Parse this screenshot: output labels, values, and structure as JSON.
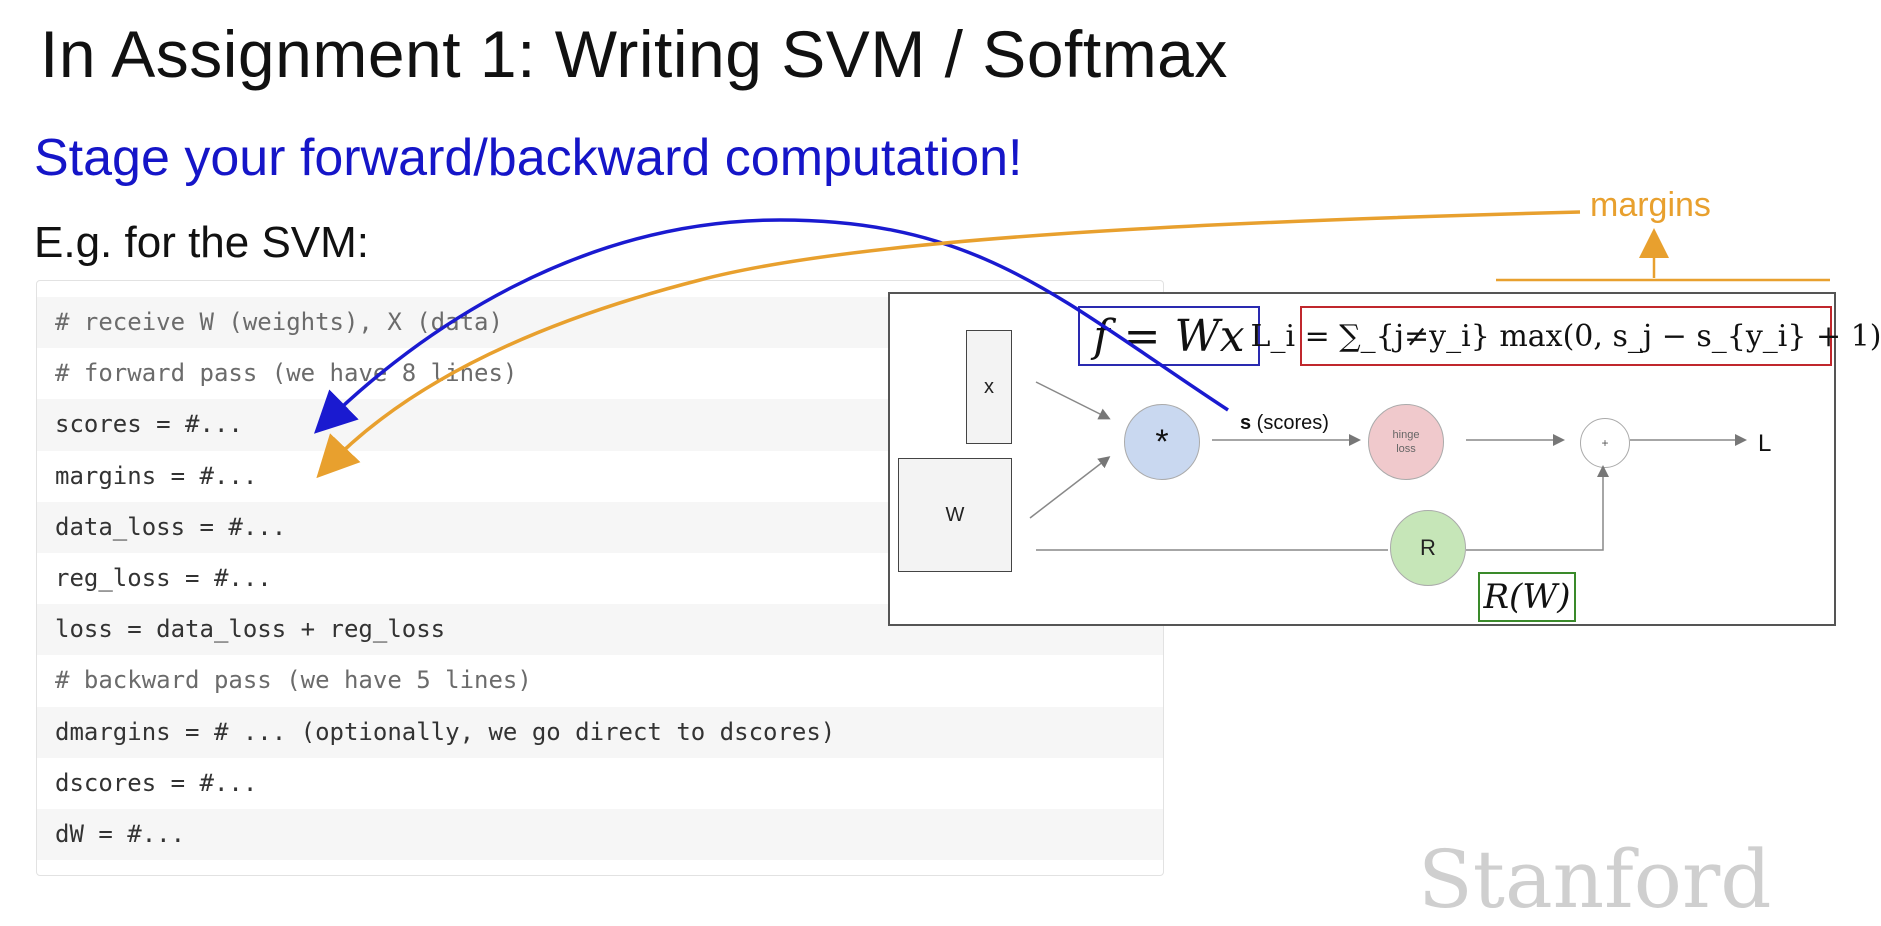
{
  "slide": {
    "title": "In Assignment 1: Writing SVM / Softmax",
    "subtitle": "Stage your forward/backward computation!",
    "example_label": "E.g. for the SVM:",
    "watermark": "Stanford"
  },
  "code": {
    "lines": [
      {
        "text": "# receive W (weights), X (data)",
        "comment": true
      },
      {
        "text": "# forward pass (we have 8 lines)",
        "comment": true
      },
      {
        "text": "scores = #...",
        "comment": false
      },
      {
        "text": "margins = #...",
        "comment": false
      },
      {
        "text": "data_loss = #...",
        "comment": false
      },
      {
        "text": "reg_loss = #...",
        "comment": false
      },
      {
        "text": "loss = data_loss + reg_loss",
        "comment": false
      },
      {
        "text": "# backward pass (we have 5 lines)",
        "comment": true
      },
      {
        "text": "dmargins = # ... (optionally, we go direct to dscores)",
        "comment": false
      },
      {
        "text": "dscores = #...",
        "comment": false
      },
      {
        "text": "dW = #...",
        "comment": false
      }
    ]
  },
  "diagram": {
    "x_label": "x",
    "w_label": "W",
    "multiply_label": "*",
    "scores_bold": "s",
    "scores_rest": " (scores)",
    "hinge_label": "hinge\nloss",
    "plus_label": "+",
    "reg_label": "R",
    "loss_label": "L",
    "formula_f": "f = Wx",
    "formula_L": "L_i = ∑_{j≠y_i} max(0, s_j − s_{y_i} + 1)",
    "formula_R": "R(W)"
  },
  "annotations": {
    "margins_label": "margins"
  },
  "colors": {
    "blue_arrow": "#1a1ad0",
    "orange_arrow": "#e8a02e",
    "multiply_fill": "#c9d8f0",
    "hinge_fill": "#f0c9cc",
    "reg_fill": "#c6e6b8",
    "formula_f_border": "#2a2ab0",
    "formula_L_border": "#c0272d",
    "formula_R_border": "#3a8a2a"
  }
}
